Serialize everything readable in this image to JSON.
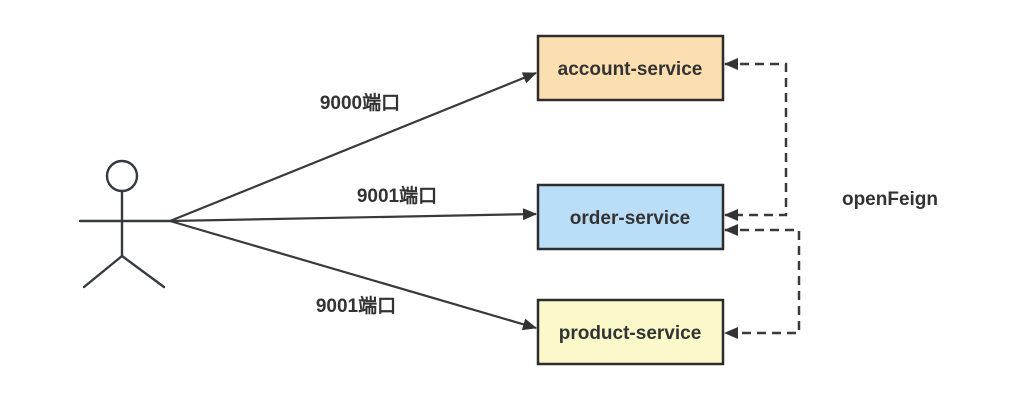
{
  "diagram": {
    "type": "microservice-call-diagram",
    "background": "#ffffff",
    "line_color": "#3a3a3c",
    "text_color": "#333333",
    "actor": {
      "icon": "stick-figure-person"
    },
    "request_arrows": [
      {
        "label": "9000端口",
        "from": "user",
        "to": "account-service",
        "style": "solid"
      },
      {
        "label": "9001端口",
        "from": "user",
        "to": "order-service",
        "style": "solid"
      },
      {
        "label": "9001端口",
        "from": "user",
        "to": "product-service",
        "style": "solid"
      }
    ],
    "services": [
      {
        "label": "account-service",
        "fill": "#fcdfb0"
      },
      {
        "label": "order-service",
        "fill": "#bbdef8"
      },
      {
        "label": "product-service",
        "fill": "#fbf9c9"
      }
    ],
    "feign": {
      "label": "openFeign",
      "connections": [
        {
          "between": [
            "account-service",
            "order-service"
          ],
          "style": "dashed",
          "arrows": "both"
        },
        {
          "between": [
            "order-service",
            "product-service"
          ],
          "style": "dashed",
          "arrows": "both"
        }
      ]
    }
  }
}
